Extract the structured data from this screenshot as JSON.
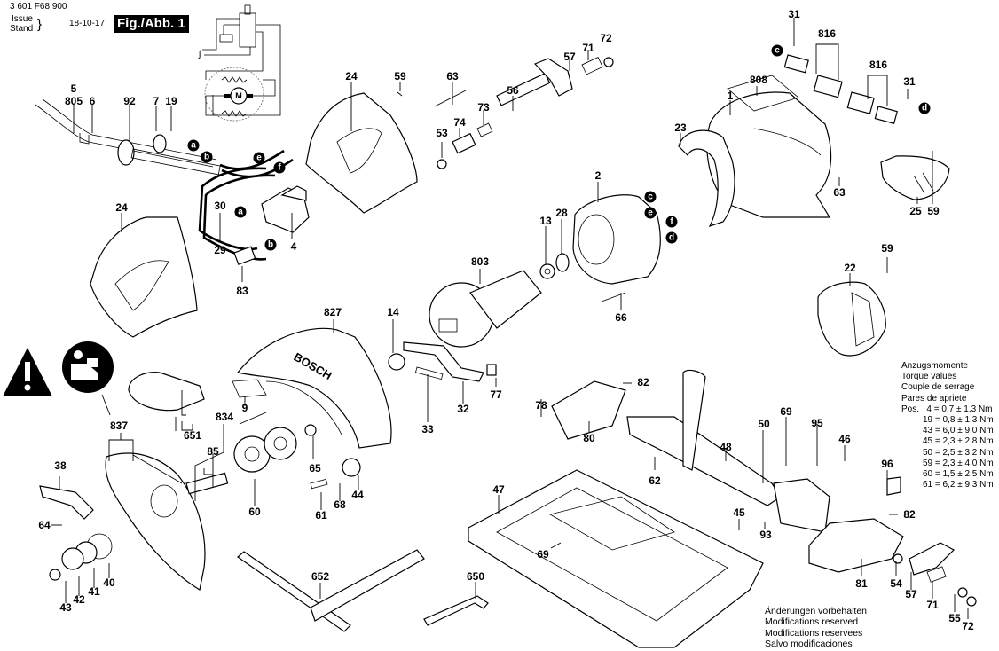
{
  "header": {
    "part_number": "3 601 F68 900",
    "issue_label_1": "Issue",
    "issue_label_2": "Stand",
    "issue_date": "18-10-17",
    "figure_label": "Fig./Abb. 1"
  },
  "wiring_diagram": {
    "motor_label": "M"
  },
  "torque_table": {
    "titles": [
      "Anzugsmomente",
      "Torque values",
      "Couple de serrage",
      "Pares de apriete"
    ],
    "pos_label": "Pos.",
    "rows": [
      "4 = 0,7 ± 1,3 Nm",
      "19 = 0,8 ± 1,3 Nm",
      "43 = 6,0 ± 9,0 Nm",
      "45 = 2,3 ± 2,8 Nm",
      "50 = 2,5 ± 3,2 Nm",
      "59 = 2,3 ± 4,0 Nm",
      "60 = 1,5 ± 2,5 Nm",
      "61 = 6,2 ± 9,3 Nm"
    ]
  },
  "modifications_notice": [
    "Änderungen vorbehalten",
    "Modifications reserved",
    "Modifications reservees",
    "Salvo modificaciones"
  ],
  "brand_on_guard": "BOSCH",
  "warning_icons": [
    "warning-triangle-icon",
    "read-manual-icon"
  ],
  "connector_bubbles": {
    "a1": "a",
    "b1": "b",
    "e1": "e",
    "f1": "f",
    "a2": "a",
    "b2": "b",
    "c1": "c",
    "e2": "e",
    "f2": "f",
    "d1": "d",
    "c2": "c",
    "d2": "d"
  },
  "part_labels": {
    "p5": "5",
    "p805": "805",
    "p6": "6",
    "p92": "92",
    "p7": "7",
    "p19": "19",
    "p24a": "24",
    "p59a": "59",
    "p63a": "63",
    "p53": "53",
    "p74": "74",
    "p73": "73",
    "p56": "56",
    "p57a": "57",
    "p71a": "71",
    "p72a": "72",
    "p31a": "31",
    "p816a": "816",
    "p816b": "816",
    "p31b": "31",
    "p808": "808",
    "p1": "1",
    "p23": "23",
    "p63b": "63",
    "p25": "25",
    "p59b": "59",
    "p30": "30",
    "p29": "29",
    "p4": "4",
    "p83": "83",
    "p24b": "24",
    "p2": "2",
    "p13": "13",
    "p28": "28",
    "p803": "803",
    "p66": "66",
    "p59c": "59",
    "p22": "22",
    "p827": "827",
    "p14": "14",
    "p9": "9",
    "p77": "77",
    "p32": "32",
    "p33": "33",
    "p651": "651",
    "p834": "834",
    "p837": "837",
    "p85": "85",
    "p65": "65",
    "p44": "44",
    "p60": "60",
    "p61": "61",
    "p68": "68",
    "p38": "38",
    "p64": "64",
    "p40": "40",
    "p41": "41",
    "p42": "42",
    "p43": "43",
    "p652": "652",
    "p78": "78",
    "p82a": "82",
    "p80": "80",
    "p62": "62",
    "p48": "48",
    "p50": "50",
    "p69a": "69",
    "p95": "95",
    "p46": "46",
    "p96": "96",
    "p82b": "82",
    "p45": "45",
    "p93": "93",
    "p47": "47",
    "p69b": "69",
    "p650": "650",
    "p81": "81",
    "p54": "54",
    "p57b": "57",
    "p71b": "71",
    "p55": "55",
    "p72b": "72"
  }
}
